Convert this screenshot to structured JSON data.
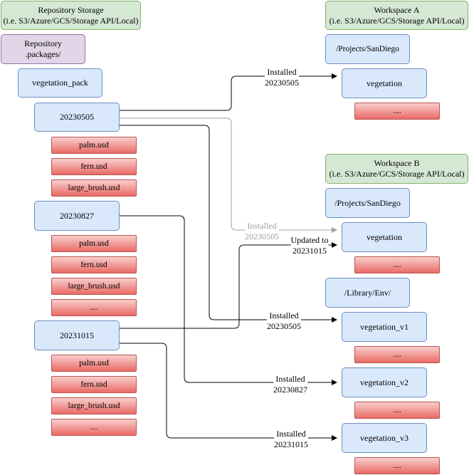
{
  "storage": {
    "repository_storage": "Repository Storage\n(i.e. S3/Azure/GCS/Storage API/Local)",
    "repository_packages": "Repository\n.packages/"
  },
  "package": {
    "name": "vegetation_pack",
    "versions": [
      {
        "label": "20230505",
        "files": [
          "palm.usd",
          "fern.usd",
          "large_brush.usd"
        ]
      },
      {
        "label": "20230827",
        "files": [
          "palm.usd",
          "fern.usd",
          "large_brush.usd",
          "...."
        ]
      },
      {
        "label": "20231015",
        "files": [
          "palm.usd",
          "fern.usd",
          "large_brush.usd",
          "...."
        ]
      }
    ]
  },
  "workspace_a": {
    "title": "Workspace A\n(i.e. S3/Azure/GCS/Storage API/Local)",
    "path": "/Projects/SanDiego",
    "package": "vegetation",
    "content": "...."
  },
  "workspace_b": {
    "title": "Workspace B\n(i.e. S3/Azure/GCS/Storage API/Local)",
    "path_projects": "/Projects/SanDiego",
    "package": "vegetation",
    "package_content": "....",
    "path_library": "/Library/Env/",
    "library_packages": [
      {
        "name": "vegetation_v1",
        "content": "...."
      },
      {
        "name": "vegetation_v2",
        "content": "...."
      },
      {
        "name": "vegetation_v3",
        "content": "...."
      }
    ]
  },
  "edges": {
    "a_installed": "Installed\n20230505",
    "b_installed_old": "Installed\n20230505",
    "b_updated": "Updated to\n20231015",
    "v1_installed": "Installed\n20230505",
    "v2_installed": "Installed\n20230827",
    "v3_installed": "Installed\n20231015"
  },
  "colors": {
    "green_fill": "#d5e8d4",
    "green_stroke": "#82b366",
    "purple_fill": "#e1d5e7",
    "purple_stroke": "#9673a6",
    "blue_fill": "#dae8fc",
    "blue_stroke": "#6c8ebf",
    "red_fill": "#f8cecc",
    "red_stroke": "#b85450",
    "gray_edge": "#a0a0a0"
  }
}
